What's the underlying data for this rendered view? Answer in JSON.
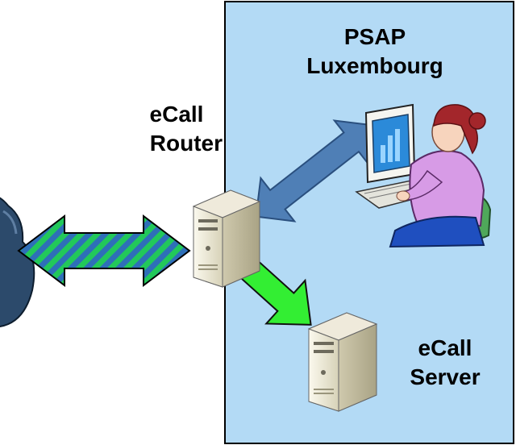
{
  "psap_label": {
    "line1": "PSAP",
    "line2": "Luxembourg"
  },
  "router_label": {
    "line1": "eCall",
    "line2": "Router"
  },
  "server_label": {
    "line1": "eCall",
    "line2": "Server"
  },
  "colors": {
    "psap_area_fill": "#b3daf5",
    "psap_area_border": "#000000",
    "network_cloud": "#2c4a6b",
    "striped_arrow_green": "#22c85a",
    "striped_arrow_blue": "#2e6fb8",
    "psap_link_arrow": "#4f7fb6",
    "server_link_arrow": "#33ee33",
    "server_body": "#f1edd8"
  },
  "icons": {
    "network_cloud": "network-cloud-icon",
    "router": "server-tower-icon",
    "server": "server-tower-icon",
    "operator": "operator-at-computer-icon"
  }
}
